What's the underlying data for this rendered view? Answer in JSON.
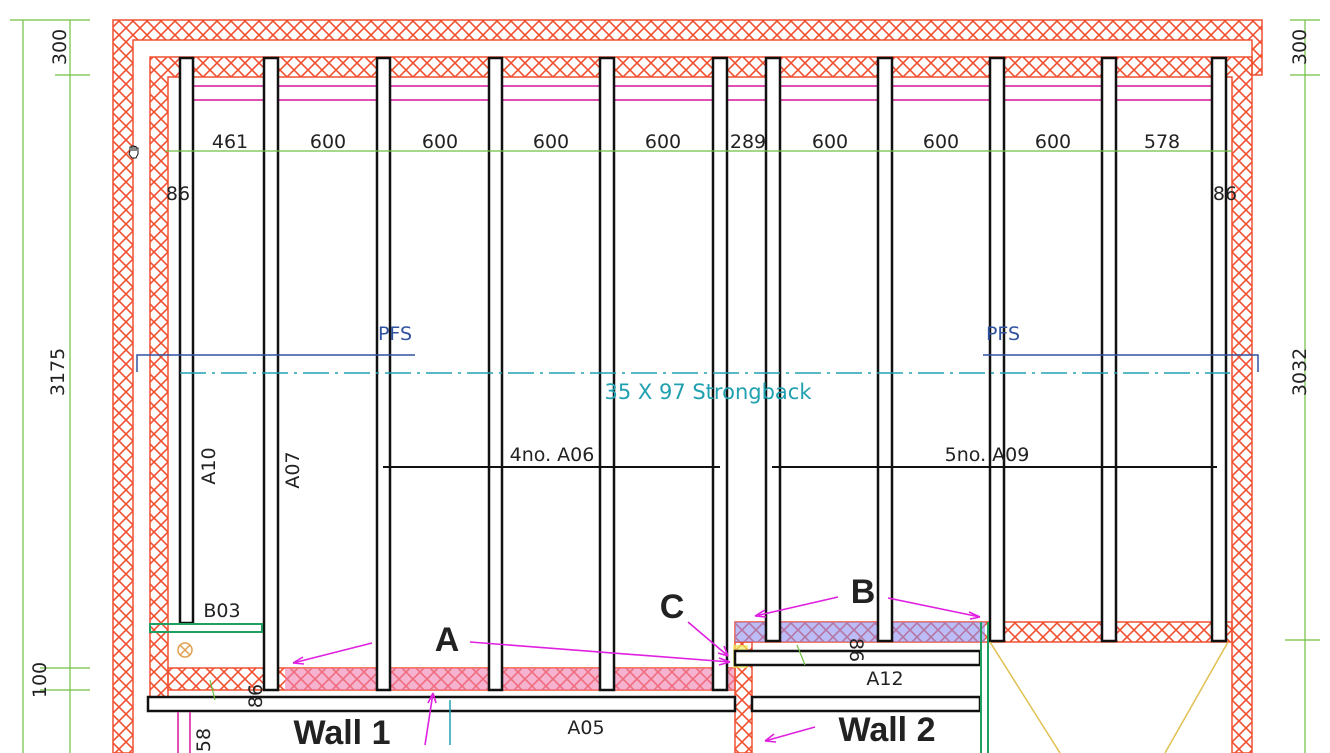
{
  "dimensions": {
    "top_spacings": [
      "461",
      "600",
      "600",
      "600",
      "600",
      "289",
      "600",
      "600",
      "600",
      "578"
    ],
    "end_offset_left": "86",
    "end_offset_right": "86",
    "left_top": "300",
    "left_height": "3175",
    "left_bottom": "100",
    "right_top": "300",
    "right_height": "3032",
    "small_86_wall1": "86",
    "small_86_wall2": "86",
    "small_58": "58"
  },
  "notes": {
    "pfs_left": "PFS",
    "pfs_right": "PFS",
    "strongback": "35 X 97 Strongback",
    "joists_left": "4no. A06",
    "joists_right": "5no. A09",
    "a10": "A10",
    "a07": "A07",
    "b03": "B03",
    "a05": "A05",
    "a12": "A12"
  },
  "callouts": {
    "a": "A",
    "b": "B",
    "c": "C",
    "wall1": "Wall 1",
    "wall2": "Wall 2"
  },
  "colors": {
    "wall_hatch": "#f05030",
    "highlight_a": "#f080b0",
    "highlight_b": "#9090f0",
    "highlight_c": "#f0f060",
    "dimension": "#70c040",
    "annotation_arrow": "#e020e0",
    "pfs": "#3050a0",
    "strongback": "#20a0b0"
  }
}
